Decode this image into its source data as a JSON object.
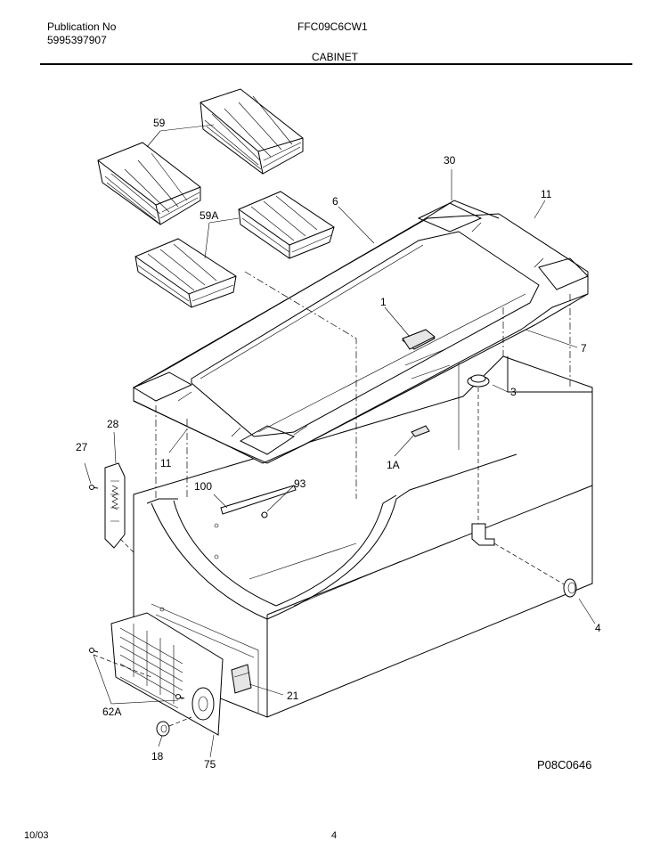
{
  "header": {
    "publication_label": "Publication No",
    "publication_number": "5995397907",
    "model": "FFC09C6CW1",
    "section": "CABINET"
  },
  "diagram": {
    "drawing_code": "P08C0646",
    "part_labels": {
      "p59": "59",
      "p59a": "59A",
      "p30": "30",
      "p6": "6",
      "p11a": "11",
      "p11b": "11",
      "p1": "1",
      "p7": "7",
      "p3": "3",
      "p28": "28",
      "p27": "27",
      "p1a": "1A",
      "p100": "100",
      "p93": "93",
      "p4": "4",
      "p21": "21",
      "p62a": "62A",
      "p18": "18",
      "p75": "75"
    }
  },
  "footer": {
    "date": "10/03",
    "page": "4"
  }
}
